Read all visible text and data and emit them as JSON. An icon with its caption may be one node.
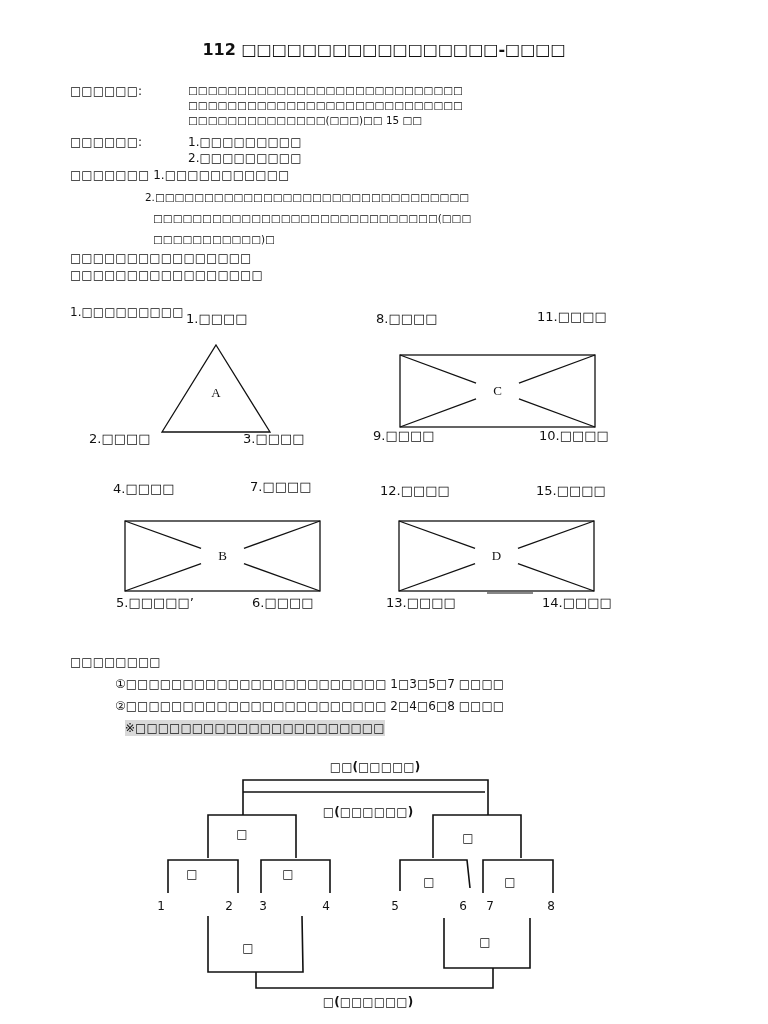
{
  "diagram": {
    "title": "112 □□□□□□□□□□□□□□□□□-□□□□",
    "nodes": [
      {
        "text": [
          "A"
        ],
        "beside": [
          "1.□□□□",
          "2.□□□□",
          "3.□□□□"
        ]
      },
      {
        "text": [
          "C"
        ],
        "beside": [
          "8.□□□□",
          "11.□□□□",
          "9.□□□□",
          "10.□□□□"
        ]
      },
      {
        "text": [
          "B"
        ],
        "beside": [
          "4.□□□□",
          "7.□□□□",
          "5.□□□□□’",
          "6.□□□□"
        ]
      },
      {
        "text": [
          "D"
        ],
        "beside": [
          "12.□□□□",
          "15.□□□□",
          "13.□□□□",
          "14.□□□□"
        ]
      }
    ],
    "labels": [
      "□□□□□□:",
      "□□□□□□□□□□□□□□□□□□□□□□□□□□□□□□□□□□□□□□□□□□□□□□□□□□□□□□□□□□□□□□□□□□□□□□(□□□)□□ 15 □□",
      "□□□□□□:",
      "1.□□□□□□□□□",
      "2.□□□□□□□□□",
      "□□□□□□□ 1.□□□□□□□□□□□",
      "2.□□□□□□□□□□□□□□□□□□□□□□□□□□□□□□□□□□□□□□□□□□□□□□□□□□□□□□□□□□□□□(□□□□□□□□□□□□□□)□",
      "□□□□□□□□□□□□□□□□",
      "□□□□□□□□□□□□□□□□□",
      "1.□□□□□□□□□",
      "□□□□□□□□",
      "①□□□□□□□□□□□□□□□□□□□□□□□ 1□3□5□7 □□□□",
      "②□□□□□□□□□□□□□□□□□□□□□□□ 2□4□6□8 □□□□",
      "※□□□□□□□□□□□□□□□□□□□□□□",
      "□□(□□□□□)",
      "□(□□□□□□)",
      "□",
      "□",
      "□",
      "□",
      "□",
      "□",
      "1",
      "2",
      "3",
      "4",
      "5",
      "6",
      "7",
      "8",
      "□",
      "□",
      "□(□□□□□□)"
    ]
  }
}
